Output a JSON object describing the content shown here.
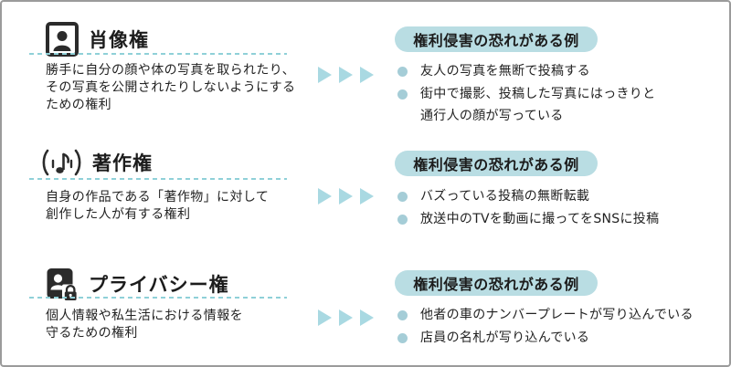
{
  "sections": [
    {
      "id": "portrait-right",
      "icon": "portrait-photo-icon",
      "title": "肖像権",
      "description": "勝手に自分の顔や体の写真を取られたり、\nその写真を公開されたりしないようにする\nための権利",
      "badge": "権利侵害の恐れがある例",
      "examples": [
        "友人の写真を無断で投稿する",
        "街中で撮影、投稿した写真にはっきりと\n通行人の顔が写っている"
      ]
    },
    {
      "id": "copyright",
      "icon": "music-note-sound-icon",
      "title": "著作権",
      "description": "自身の作品である「著作物」に対して\n創作した人が有する権利",
      "badge": "権利侵害の恐れがある例",
      "examples": [
        "バズっている投稿の無断転載",
        "放送中のTVを動画に撮ってをSNSに投稿"
      ]
    },
    {
      "id": "privacy-right",
      "icon": "person-lock-icon",
      "title": "プライバシー権",
      "description": "個人情報や私生活における情報を\n守るための権利",
      "badge": "権利侵害の恐れがある例",
      "examples": [
        "他者の車のナンバープレートが写り込んでいる",
        "店員の名札が写り込んでいる"
      ]
    }
  ],
  "colors": {
    "accent_pill": "#b9dde3",
    "arrow": "#a9d9e2",
    "bullet_dot": "#a5cdd7",
    "dashed_line": "#8fd0d8",
    "icon_dark": "#2b2b2b",
    "text": "#222222",
    "border": "#9b9b9b"
  }
}
